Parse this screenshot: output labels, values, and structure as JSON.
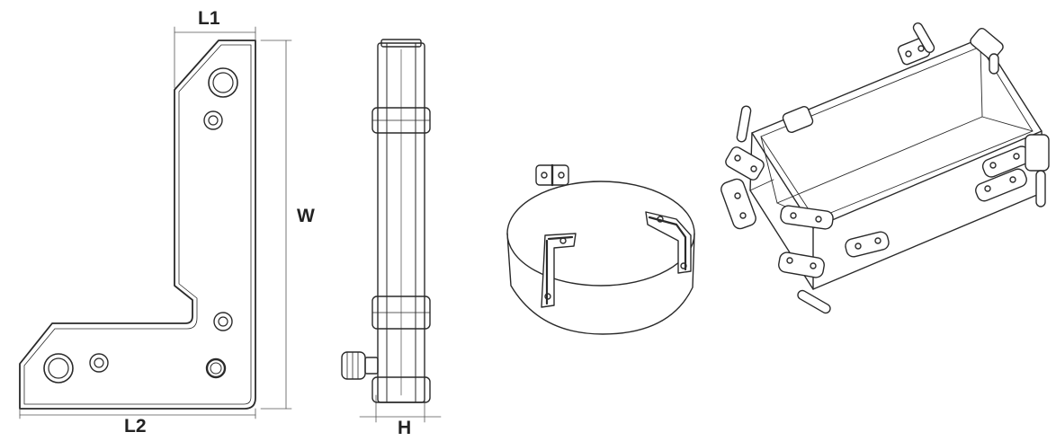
{
  "labels": {
    "l1": "L1",
    "w": "W",
    "l2": "L2",
    "h": "H"
  },
  "colors": {
    "line": "#2a2a2a",
    "dimension": "#555555",
    "background": "#ffffff"
  }
}
